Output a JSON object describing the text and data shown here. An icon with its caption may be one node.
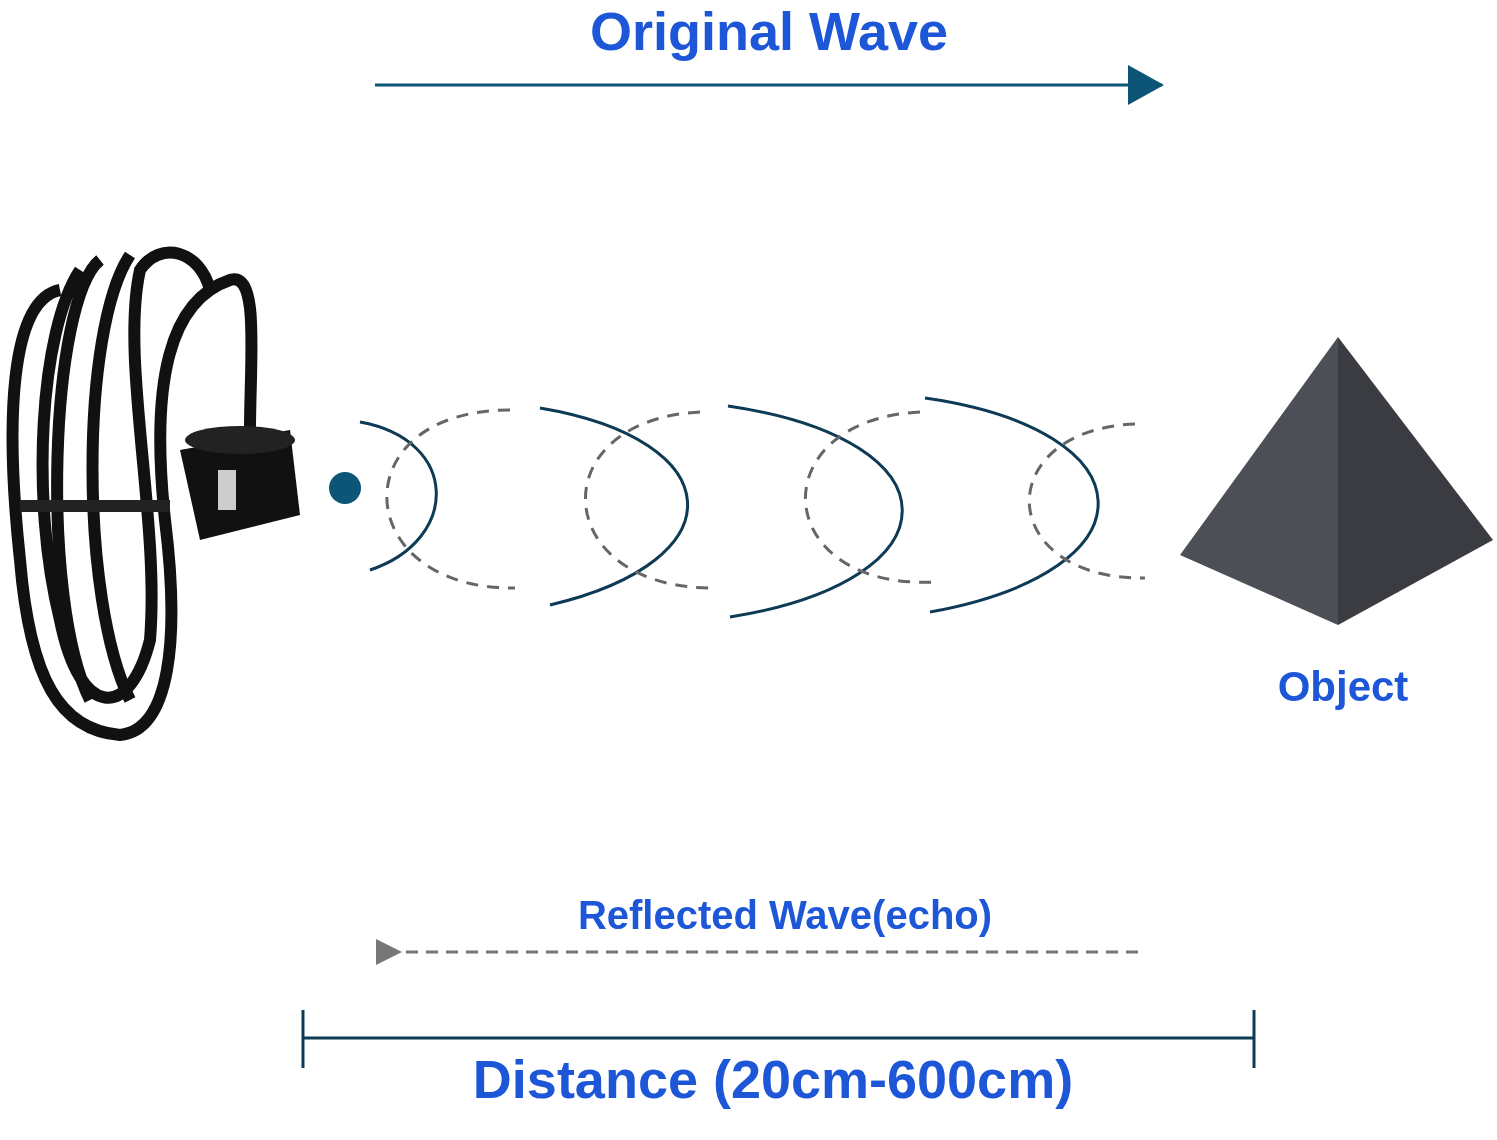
{
  "diagram": {
    "labels": [
      "Original Wave",
      "Object",
      "Reflected Wave(echo)",
      "Distance (20cm-600cm)"
    ]
  }
}
